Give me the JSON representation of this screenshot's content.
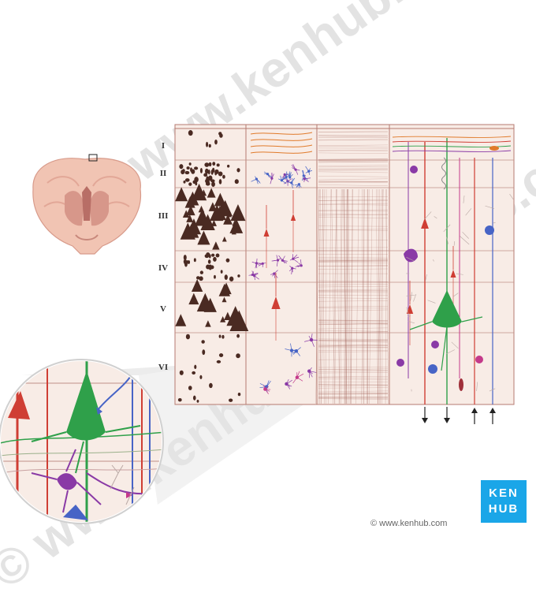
{
  "layers": [
    "I",
    "II",
    "III",
    "IV",
    "V",
    "VI"
  ],
  "watermark": "© www.kenhub.com",
  "logo": {
    "line1": "KEN",
    "line2": "HUB"
  },
  "site_url": "© www.kenhub.com",
  "colors": {
    "panel_bg": "#f8ece6",
    "panel_border": "#b67a70",
    "golgi_dark": "#4a2a22",
    "pyramidal_red": "#cf3e34",
    "projection_green": "#2fa04a",
    "stellate_blue": "#4764c6",
    "martinotti_purple": "#8a3aa6",
    "basket_magenta": "#c43a8a",
    "horizontal_orange": "#e07a2a",
    "logo_blue": "#1aa6e8"
  },
  "icons": [
    "coronal-brain-section-icon",
    "arrow-down-icon",
    "arrow-up-icon",
    "magnifier-circle-icon"
  ]
}
